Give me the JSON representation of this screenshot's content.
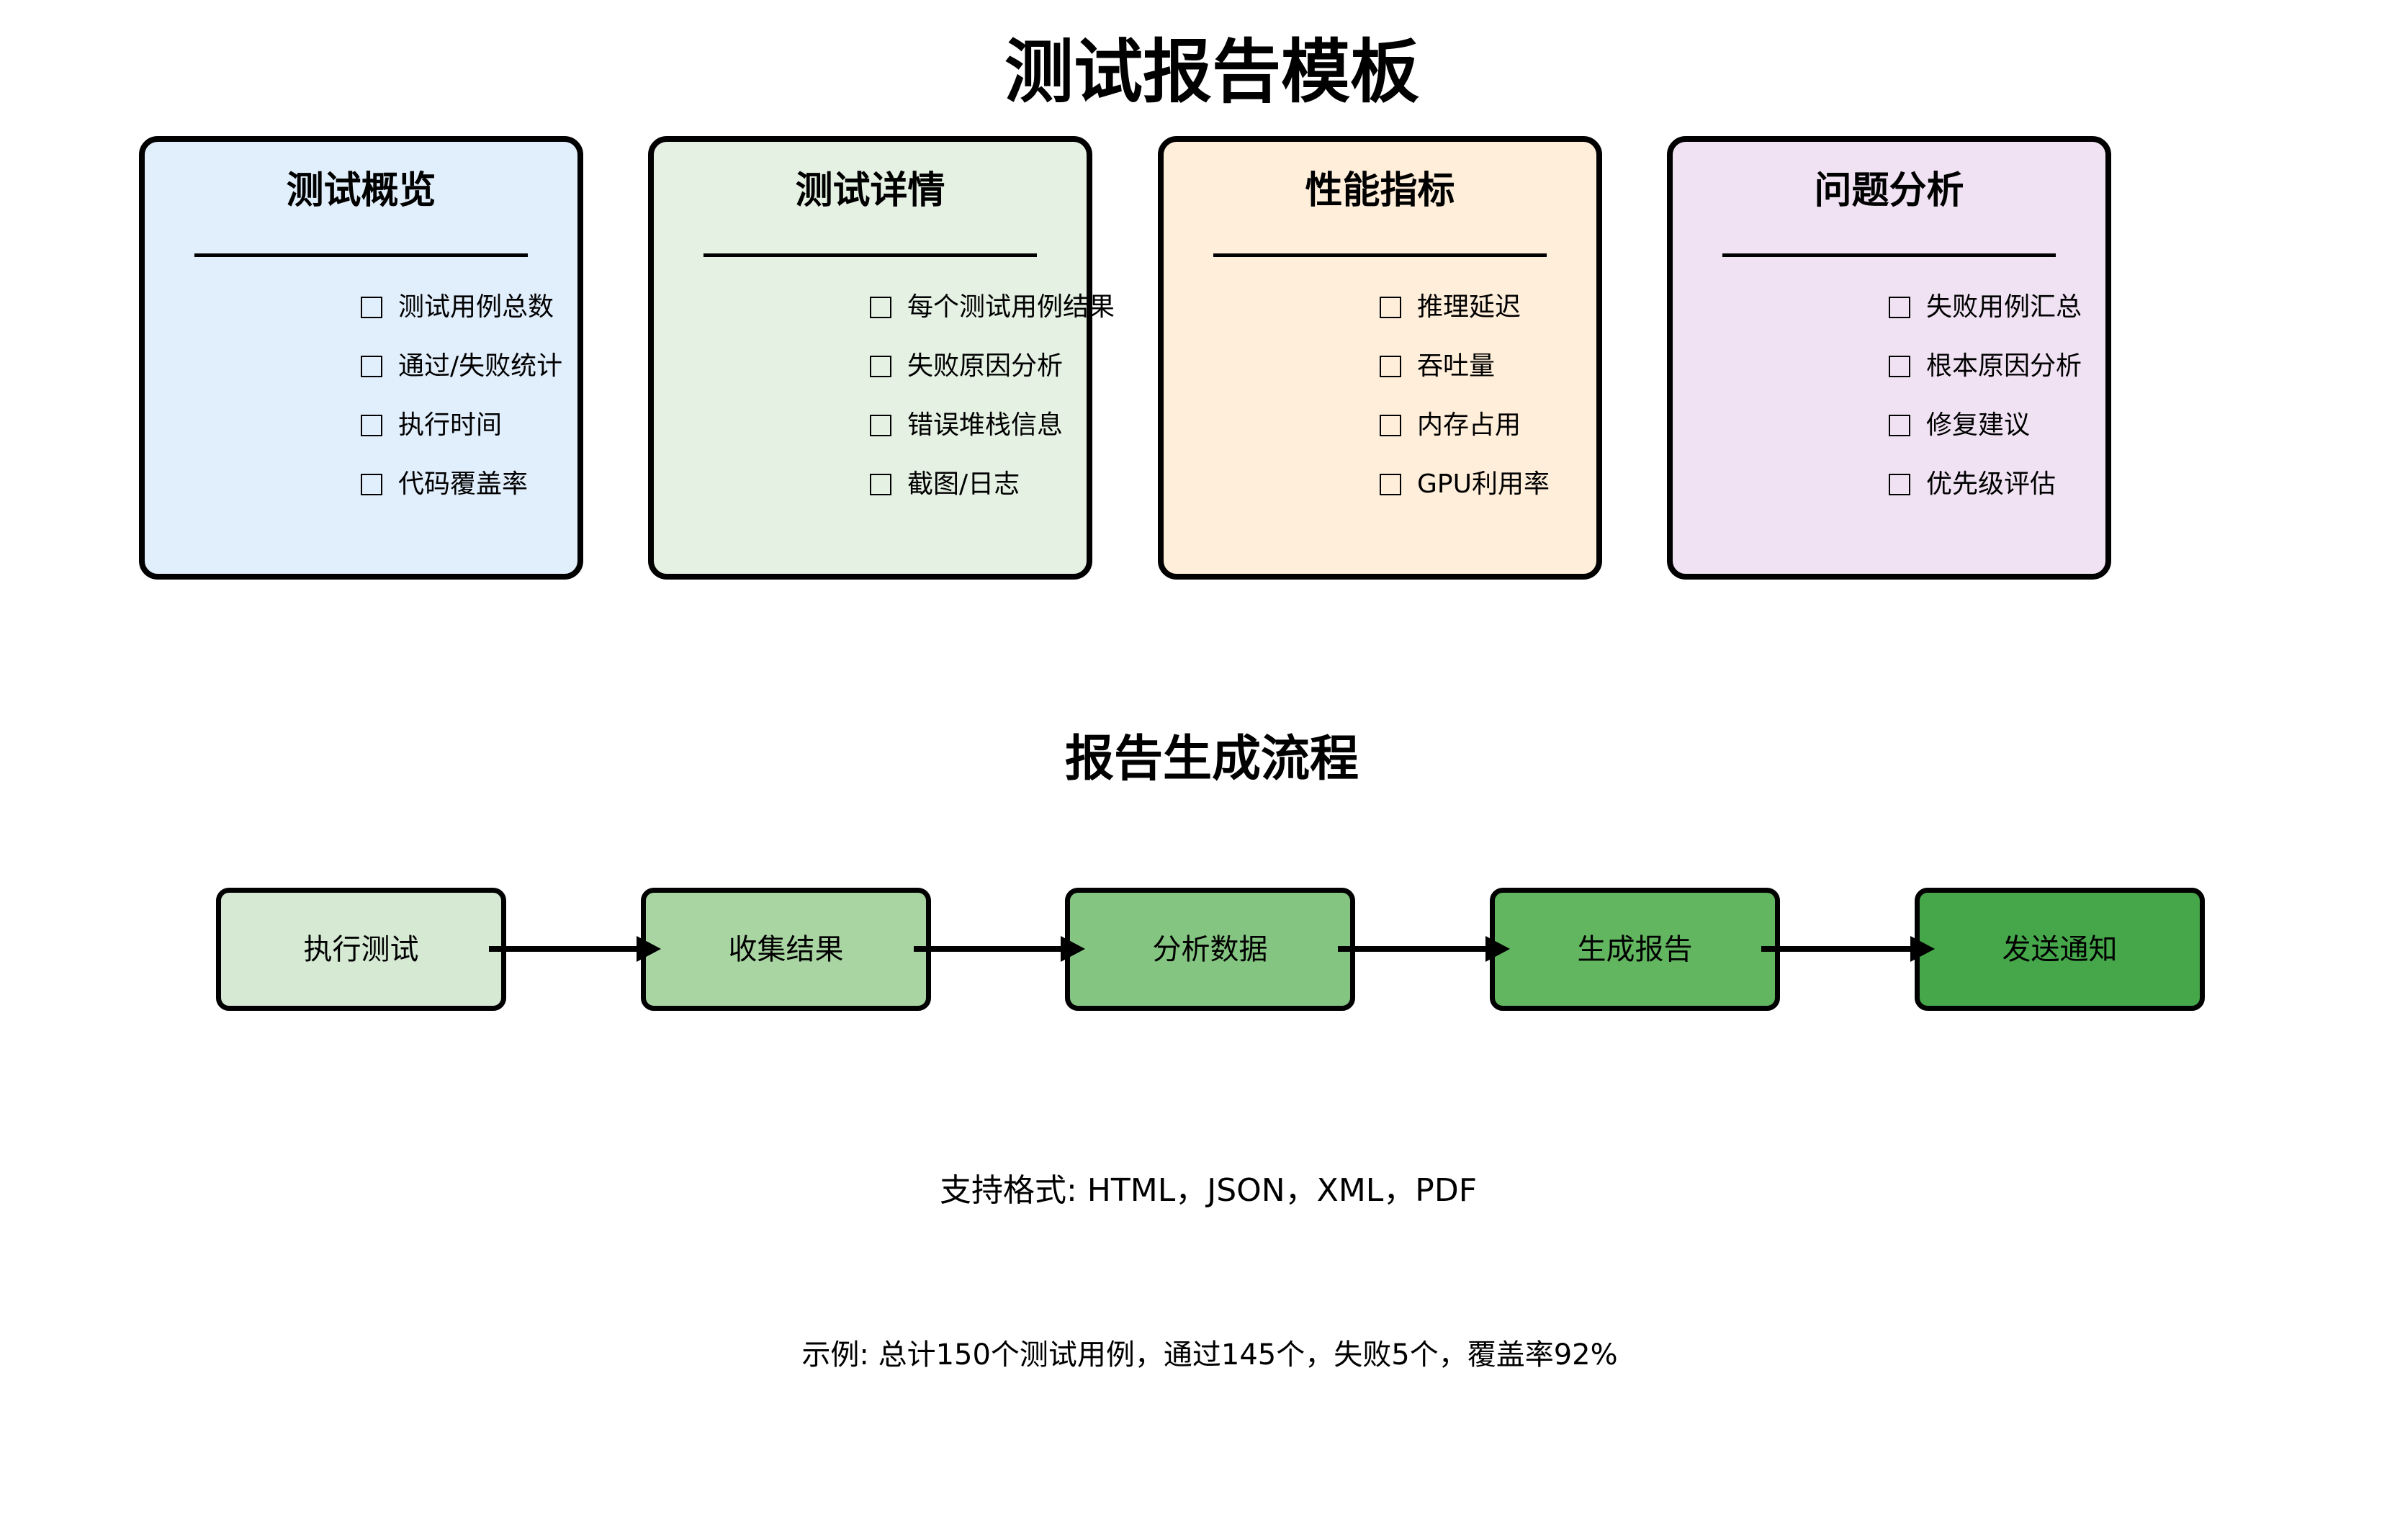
{
  "page_title": "测试报告模板",
  "colors": {
    "background": "#ffffff",
    "border": "#000000",
    "text": "#000000"
  },
  "cards": [
    {
      "title": "测试概览",
      "bg": "#e1eefb",
      "items": [
        "测试用例总数",
        "通过/失败统计",
        "执行时间",
        "代码覆盖率"
      ]
    },
    {
      "title": "测试详情",
      "bg": "#e5f1e3",
      "items": [
        "每个测试用例结果",
        "失败原因分析",
        "错误堆栈信息",
        "截图/日志"
      ]
    },
    {
      "title": "性能指标",
      "bg": "#ffeeda",
      "items": [
        "推理延迟",
        "吞吐量",
        "内存占用",
        "GPU利用率"
      ]
    },
    {
      "title": "问题分析",
      "bg": "#f0e2f3",
      "items": [
        "失败用例汇总",
        "根本原因分析",
        "修复建议",
        "优先级评估"
      ]
    }
  ],
  "flow": {
    "title": "报告生成流程",
    "steps": [
      {
        "label": "执行测试",
        "bg": "#d5e9d3"
      },
      {
        "label": "收集结果",
        "bg": "#a9d5a3"
      },
      {
        "label": "分析数据",
        "bg": "#84c581"
      },
      {
        "label": "生成报告",
        "bg": "#62b660"
      },
      {
        "label": "发送通知",
        "bg": "#45a74a"
      }
    ]
  },
  "footer": {
    "formats": "支持格式: HTML，JSON，XML，PDF",
    "example": "示例: 总计150个测试用例，通过145个，失败5个，覆盖率92%"
  }
}
